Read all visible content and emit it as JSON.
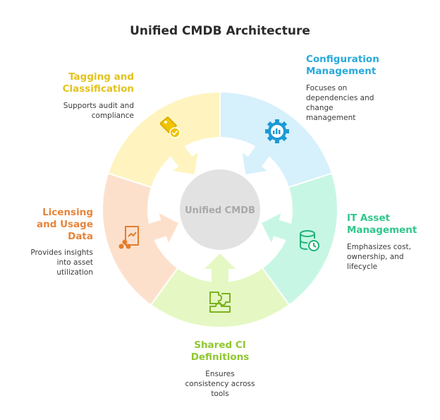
{
  "title": "Unified CMDB Architecture",
  "center": {
    "label": "Unified CMDB"
  },
  "colors": {
    "tagging": "#e4c31a",
    "configuration": "#27a9dc",
    "it_asset": "#2fc78b",
    "shared": "#8fc72f",
    "licensing": "#e8843a"
  },
  "segments": [
    {
      "id": "configuration",
      "heading": "Configuration\nManagement",
      "description": "Focuses on\ndependencies and\nchange\nmanagement",
      "icon": "gear-dashboard-icon"
    },
    {
      "id": "it_asset",
      "heading": "IT Asset\nManagement",
      "description": "Emphasizes cost,\nownership, and\nlifecycle",
      "icon": "database-clock-icon"
    },
    {
      "id": "shared",
      "heading": "Shared CI\nDefinitions",
      "description": "Ensures\nconsistency across\ntools",
      "icon": "puzzle-pieces-icon"
    },
    {
      "id": "licensing",
      "heading": "Licensing\nand Usage\nData",
      "description": "Provides insights\ninto asset\nutilization",
      "icon": "document-chart-icon"
    },
    {
      "id": "tagging",
      "heading": "Tagging and\nClassification",
      "description": "Supports audit and\ncompliance",
      "icon": "tag-check-icon"
    }
  ]
}
